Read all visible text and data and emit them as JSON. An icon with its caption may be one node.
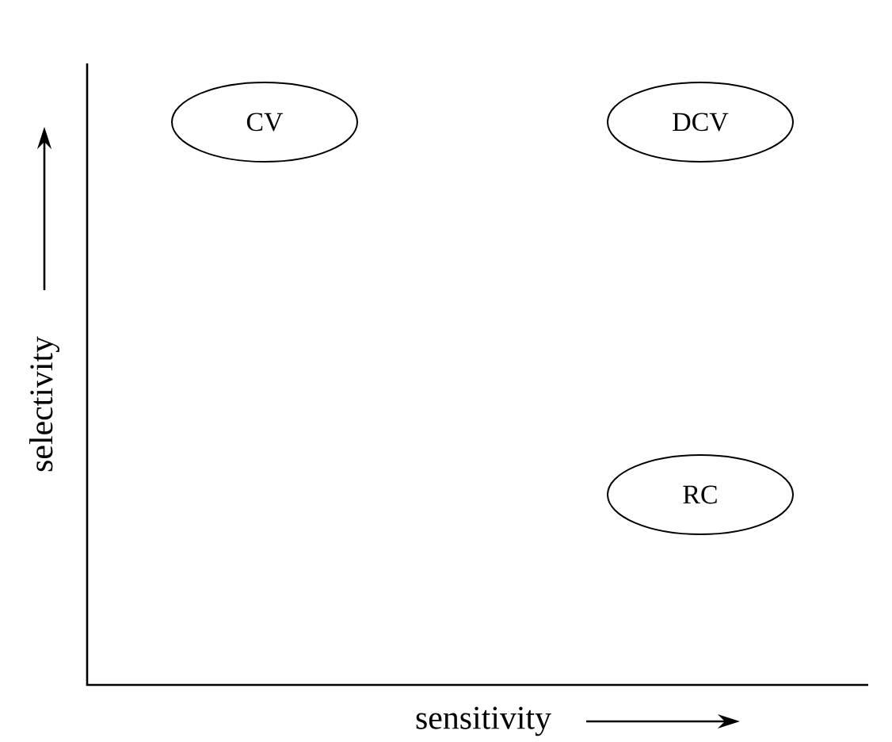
{
  "diagram": {
    "nodes": [
      {
        "text": [
          "CV"
        ]
      },
      {
        "text": [
          "DCV"
        ]
      },
      {
        "text": [
          "RC"
        ]
      }
    ],
    "labels": [
      "selectivity",
      "sensitivity"
    ]
  }
}
